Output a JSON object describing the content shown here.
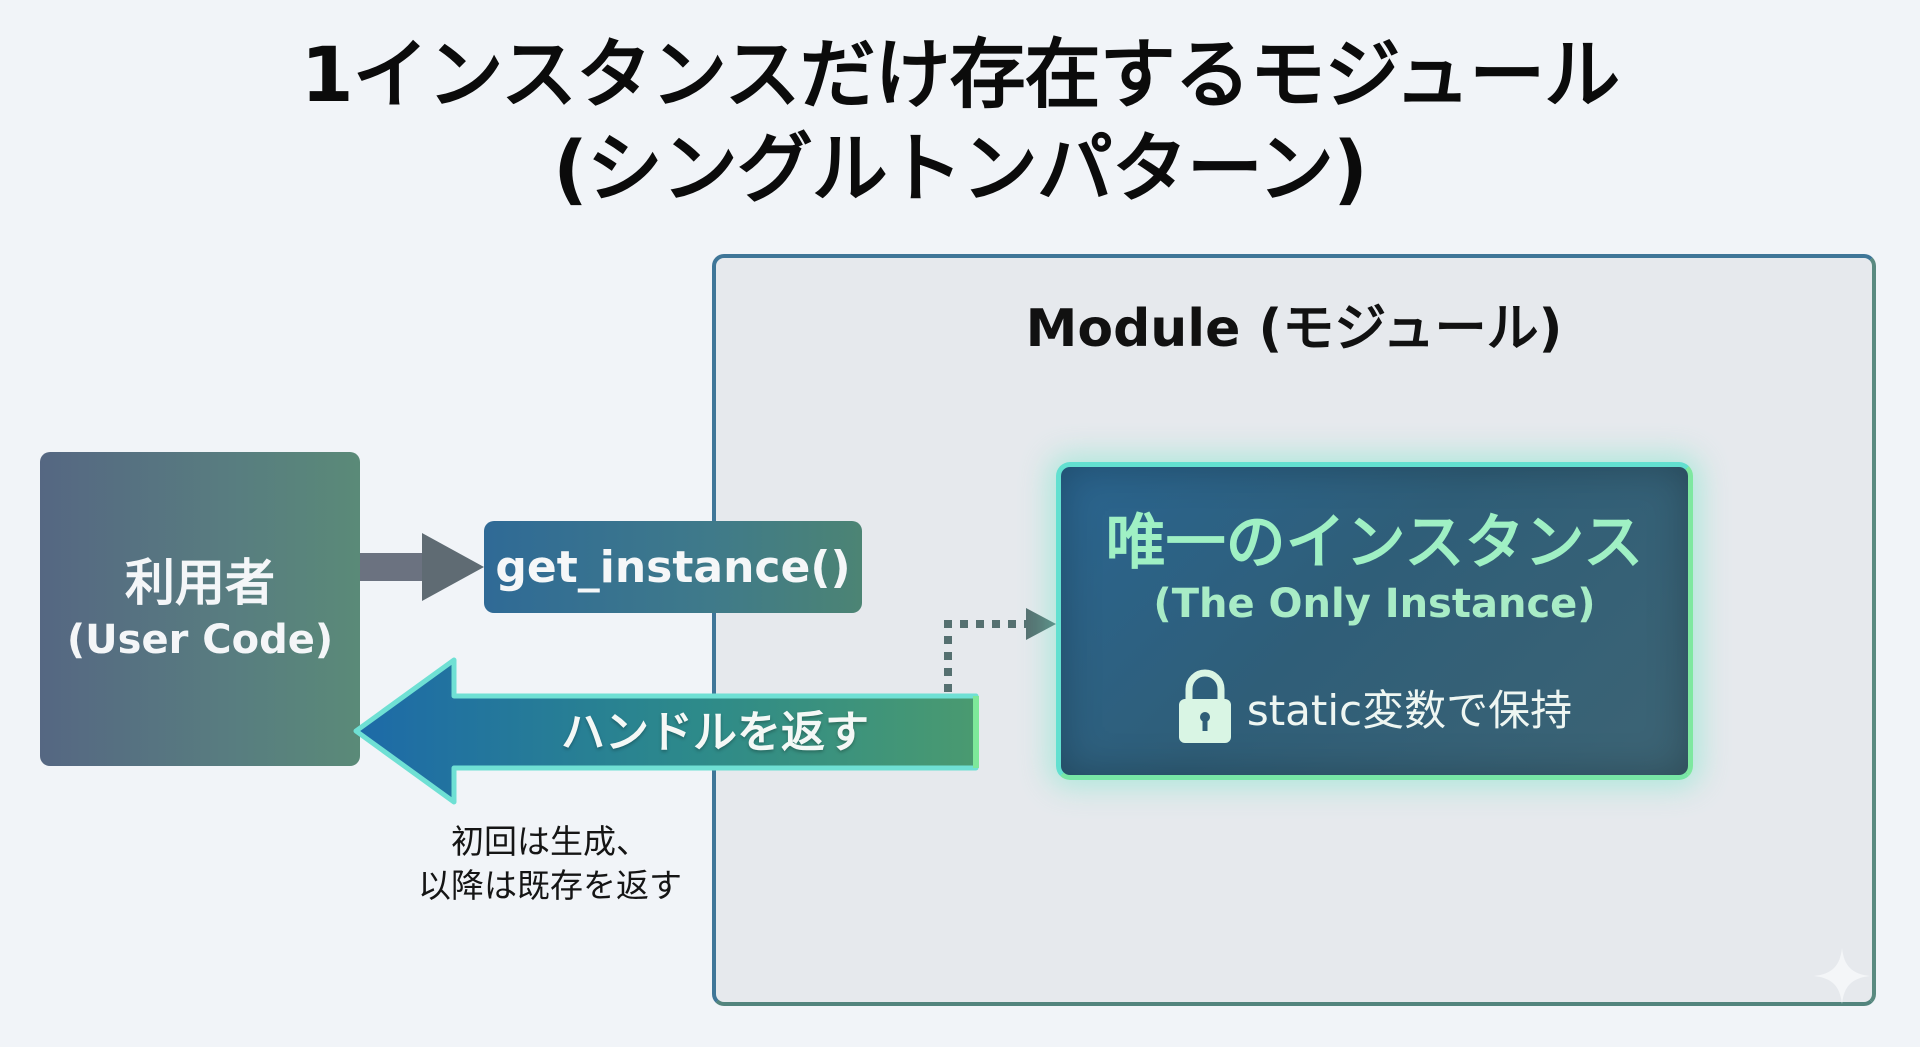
{
  "title": {
    "line1": "1インスタンスだけ存在するモジュール",
    "line2": "(シングルトンパターン)"
  },
  "module": {
    "title": "Module (モジュール)"
  },
  "user": {
    "label": "利用者",
    "sublabel": "(User Code)"
  },
  "method": {
    "label": "get_instance()"
  },
  "return_arrow": {
    "label": "ハンドルを返す"
  },
  "note": {
    "line1": "初回は生成、",
    "line2": "以降は既存を返す"
  },
  "instance": {
    "title": "唯一のインスタンス",
    "subtitle": "(The Only Instance)",
    "storage_icon": "lock-icon",
    "storage_text": "static変数で保持"
  },
  "colors": {
    "instance_glow": "#62e0d0",
    "instance_text": "#9ff0c4",
    "module_border": "#3f7698"
  }
}
